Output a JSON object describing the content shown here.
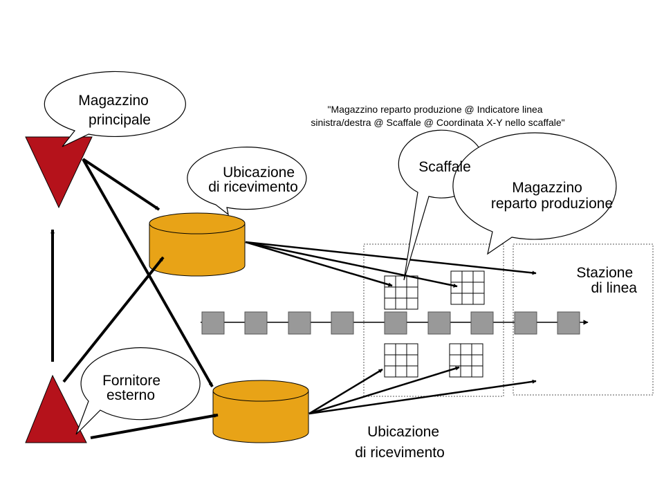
{
  "labels": {
    "main_warehouse": [
      "Magazzino",
      "principale"
    ],
    "receiving_top": [
      "Ubicazione",
      "di ricevimento"
    ],
    "shelf": "Scaffale",
    "production_warehouse": [
      "Magazzino",
      "reparto produzione"
    ],
    "line_station": [
      "Stazione",
      "di linea"
    ],
    "external_supplier": [
      "Fornitore",
      "esterno"
    ],
    "receiving_bottom": [
      "Ubicazione",
      "di ricevimento"
    ],
    "address_note": [
      "\"Magazzino reparto produzione @ Indicatore linea",
      "sinistra/destra @ Scaffale @ Coordinata X-Y nello scaffale\""
    ]
  },
  "colors": {
    "triangle": "#b5121b",
    "cylinder": "#e8a317",
    "station_box": "#999999",
    "arrow": "#000000"
  }
}
